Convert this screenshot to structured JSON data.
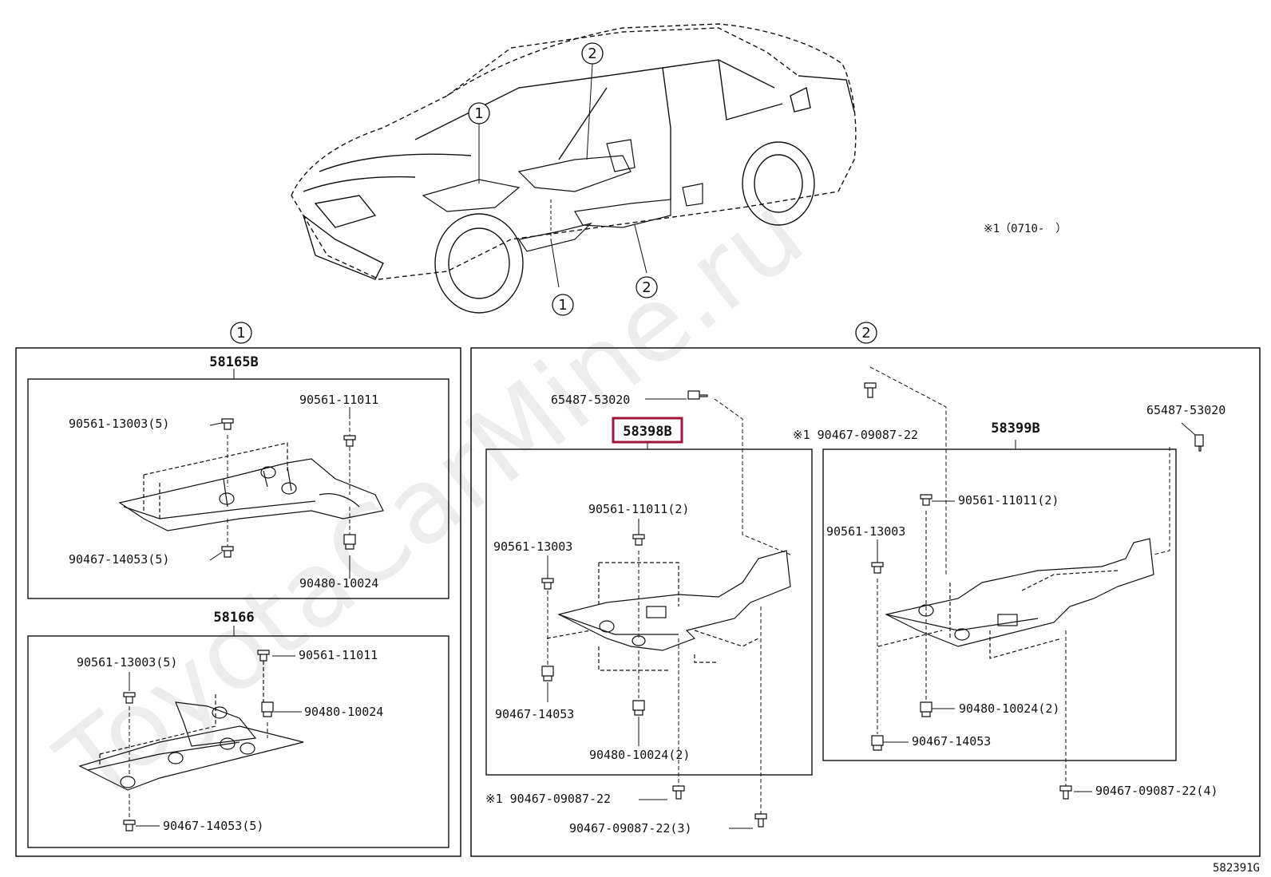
{
  "watermark": "ToyotaCarMine.ru",
  "note_top": "※1（0710-　）",
  "diagram_code": "582391G",
  "callouts": {
    "one": "1",
    "two": "2"
  },
  "left_panel": {
    "group_1": {
      "part": "58165B",
      "labels": {
        "a": "90561-13003(5)",
        "b": "90561-11011",
        "c": "90467-14053(5)",
        "d": "90480-10024"
      }
    },
    "group_2": {
      "part": "58166",
      "labels": {
        "a": "90561-13003(5)",
        "b": "90561-11011",
        "c": "90480-10024",
        "d": "90467-14053(5)"
      }
    }
  },
  "right_panel": {
    "top_clip_left": "65487-53020",
    "top_clip_right": "65487-53020",
    "mark_bolt_top": "※1 90467-09087-22",
    "group_3": {
      "part": "58398B",
      "labels": {
        "a": "90561-11011(2)",
        "b": "90561-13003",
        "c": "90467-14053",
        "d": "90480-10024(2)"
      }
    },
    "group_4": {
      "part": "58399B",
      "labels": {
        "a": "90561-11011(2)",
        "b": "90561-13003",
        "c": "90480-10024(2)",
        "d": "90467-14053"
      }
    },
    "bottom": {
      "mark_bolt": "※1 90467-09087-22",
      "bolt_3": "90467-09087-22(3)",
      "bolt_4": "90467-09087-22(4)"
    }
  },
  "colors": {
    "highlight": "#a0163a",
    "line": "#111111"
  }
}
